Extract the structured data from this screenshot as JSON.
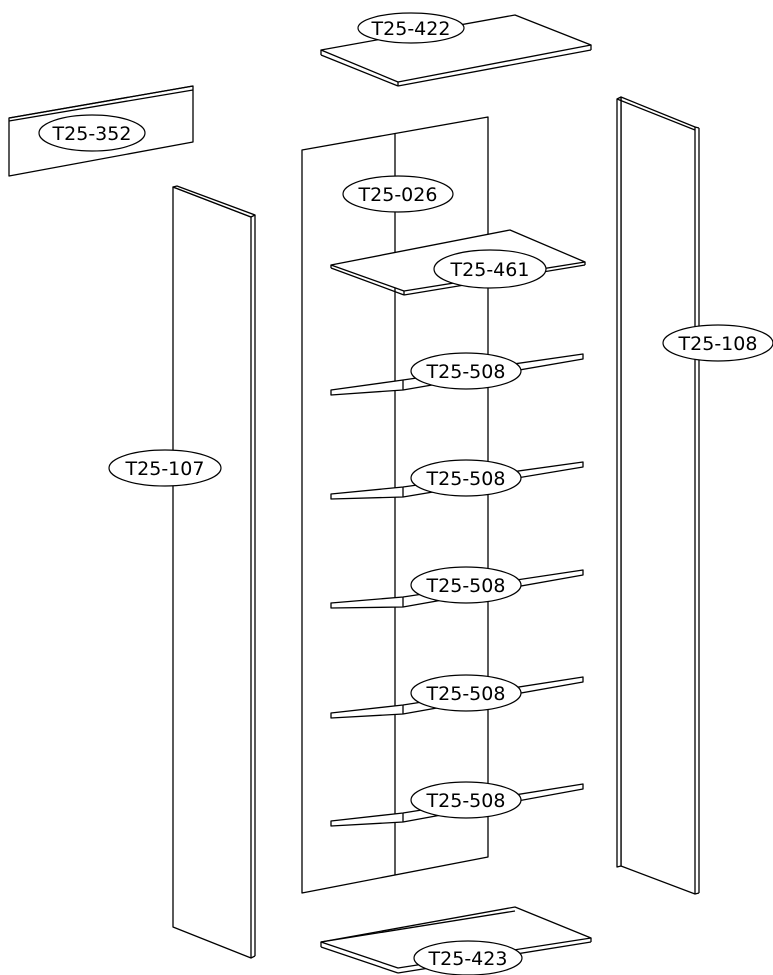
{
  "parts": {
    "top_panel": "T25-422",
    "top_back_rail": "T25-352",
    "back_panel": "T25-026",
    "upper_shelf": "T25-461",
    "corner_shelves": [
      "T25-508",
      "T25-508",
      "T25-508",
      "T25-508",
      "T25-508"
    ],
    "left_side_panel": "T25-107",
    "right_side_panel": "T25-108",
    "bottom_panel": "T25-423"
  }
}
